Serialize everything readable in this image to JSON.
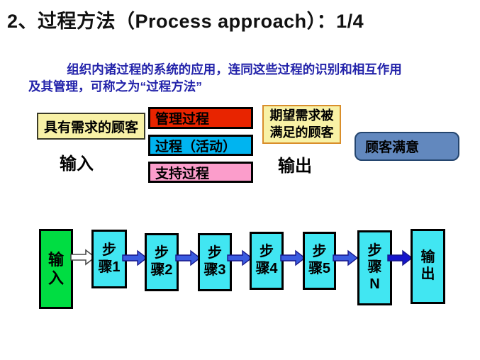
{
  "slide": {
    "title": "2、过程方法（Process approach）：1/4",
    "intro": "组织内诸过程的系统的应用，连同这些过程的识别和相互作用\n及其管理，可称之为“过程方法”"
  },
  "diagram": {
    "customer_in": "具有需求的顾客",
    "input_label": "输入",
    "process_layers": [
      {
        "label": "管理过程",
        "color": "#e82400"
      },
      {
        "label": "过程（活动）",
        "color": "#00b4f0"
      },
      {
        "label": "支持过程",
        "color": "#fb9dcb"
      }
    ],
    "customer_out": "期望需求被\n满足的顾客",
    "output_label": "输出",
    "satisfaction": "顾客满意"
  },
  "flow": {
    "input": "输\n入",
    "steps": [
      "步\n骤1",
      "步\n骤2",
      "步\n骤3",
      "步\n骤4",
      "步\n骤5",
      "步\n骤\nN"
    ],
    "output": "输\n出"
  },
  "colors": {
    "customer_box": "#f8f1a6",
    "satisfaction_fill": "#6288be",
    "input_green": "#00dd42",
    "step_cyan": "#41e6f2",
    "arrow_white": "#ffffff",
    "arrow_white_stroke": "#4a4a4a",
    "arrow_blue": "#3a5be0",
    "arrow_blue_stroke": "#16168a",
    "arrow_dark_blue": "#1515cc"
  }
}
